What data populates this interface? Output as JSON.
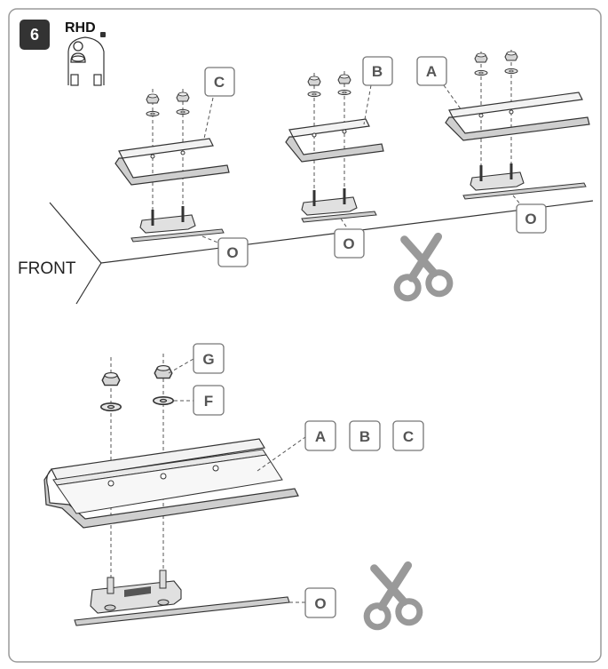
{
  "step": {
    "number": "6",
    "badge_color": "#333333"
  },
  "vehicle": {
    "label": "RHD",
    "icon": "car-front-driver-icon"
  },
  "front_label": "FRONT",
  "top_labels": {
    "rail_c": "C",
    "rail_b": "B",
    "rail_a": "A",
    "strip_1": "O",
    "strip_2": "O",
    "strip_3": "O"
  },
  "bottom_labels": {
    "nut": "G",
    "washer": "F",
    "rail_a": "A",
    "rail_b": "B",
    "rail_c": "C",
    "strip": "O"
  },
  "icons": {
    "cut": "scissors-icon",
    "cut_color": "#999999"
  }
}
